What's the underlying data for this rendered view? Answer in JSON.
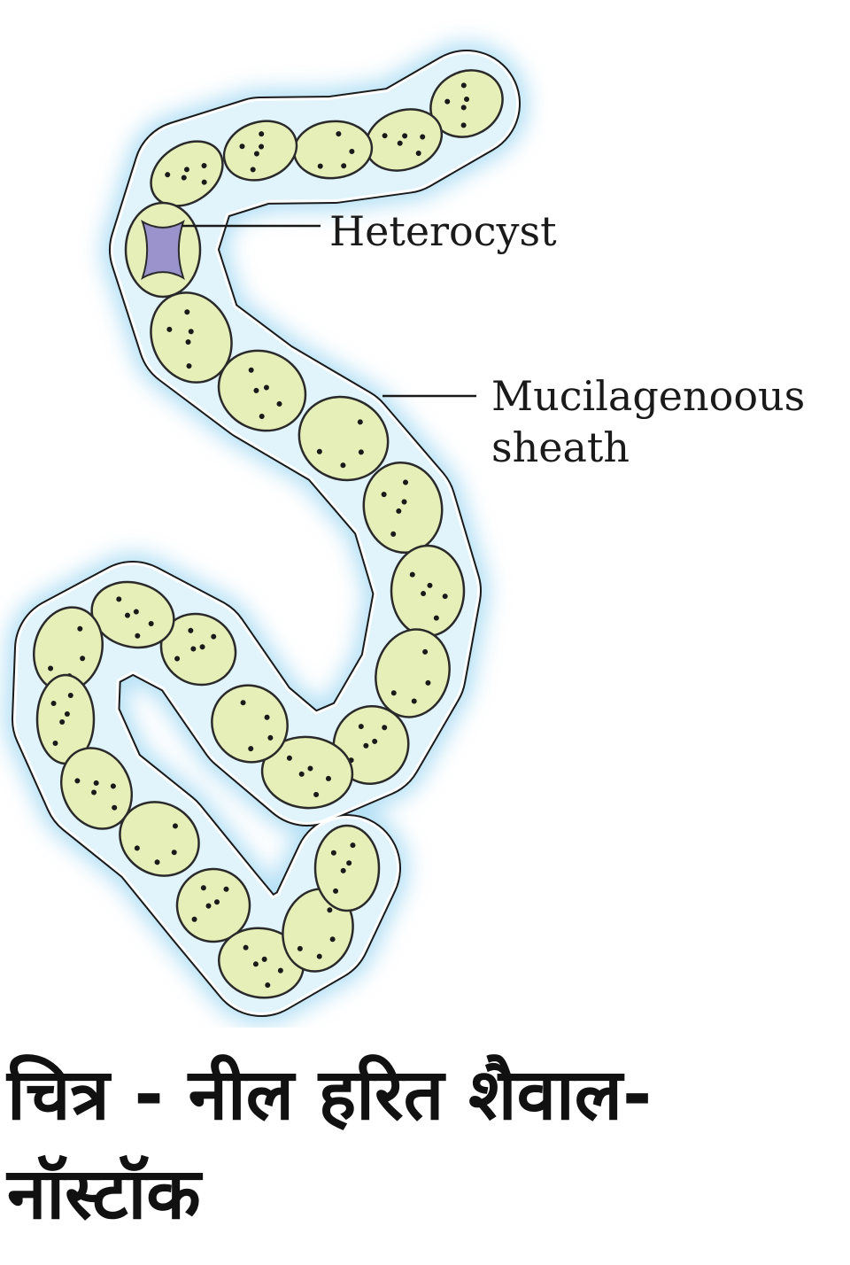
{
  "labels": {
    "heterocyst": "Heterocyst",
    "mucilage_line1": "Mucilagenoous",
    "mucilage_line2": "sheath"
  },
  "caption": {
    "line1": "चित्र - नील हरित शैवाल-",
    "line2": "नॉस्टॉक"
  },
  "colors": {
    "cell_fill": "#e6efb8",
    "cell_stroke": "#2a2a2a",
    "heterocyst_inner": "#9a93cc",
    "sheath_glow": "#79c8ee",
    "dots": "#1a1a1a"
  }
}
